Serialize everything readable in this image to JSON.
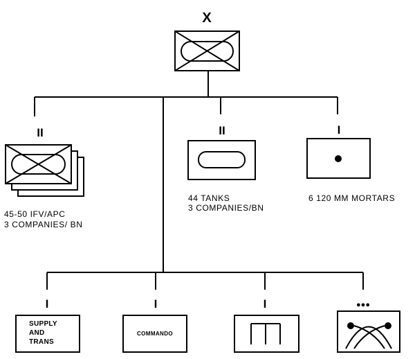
{
  "hq": {
    "echelon": "X"
  },
  "infantry_bn": {
    "echelon": "II",
    "caption_line1": "45-50 IFV/APC",
    "caption_line2": "3 COMPANIES/ BN"
  },
  "tank_bn": {
    "echelon": "II",
    "caption_line1": "44 TANKS",
    "caption_line2": "3 COMPANIES/BN"
  },
  "mortar_co": {
    "echelon": "I",
    "caption_line1": "6 120 MM MORTARS"
  },
  "supply_co": {
    "echelon": "I",
    "box_line1": "SUPPLY",
    "box_line2": "AND",
    "box_line3": "TRANS"
  },
  "commando_co": {
    "echelon": "I",
    "box_label": "COMMANDO"
  },
  "engineer_co": {
    "echelon": "I"
  },
  "artillery_btry": {
    "echelon": "●●●"
  }
}
